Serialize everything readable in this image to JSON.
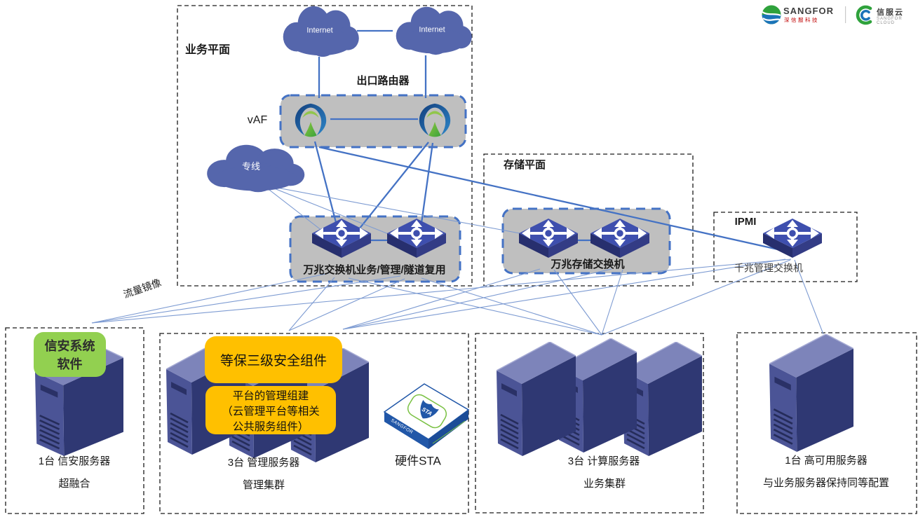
{
  "logo": {
    "brand": "SANGFOR",
    "brand_sub": "深信服科技",
    "cloud_name": "信服云",
    "cloud_sub": "SANGFOR  CLOUD"
  },
  "planes": {
    "business": "业务平面",
    "storage": "存储平面",
    "ipmi": "IPMI"
  },
  "clouds": {
    "internet_left": "Internet",
    "internet_right": "Internet",
    "dedicated_line": "专线"
  },
  "network": {
    "exit_router": "出口路由器",
    "vaf": "vAF",
    "business_switch": "万兆交换机业务/管理/隧道复用",
    "storage_switch": "万兆存储交换机",
    "mgmt_switch": "千兆管理交换机",
    "traffic_mirror": "流量镜像"
  },
  "groups": {
    "xinan": {
      "software_badge": "信安系统\n软件",
      "caption1": "1台 信安服务器",
      "caption2": "超融合"
    },
    "mgmt": {
      "security_badge": "等保三级安全组件",
      "platform_badge": "平台的管理组建\n（云管理平台等相关\n公共服务组件）",
      "caption1": "3台 管理服务器",
      "caption2": "管理集群"
    },
    "sta": {
      "caption": "硬件STA",
      "top_label": "STA",
      "side_label": "SANGFOR"
    },
    "compute": {
      "caption1": "3台 计算服务器",
      "caption2": "业务集群"
    },
    "ha": {
      "caption1": "1台 高可用服务器",
      "caption2": "与业务服务器保持同等配置"
    }
  },
  "colors": {
    "line": "#4472C4",
    "thin_line": "#7D9BD2",
    "cloud": "#5566AC",
    "panel_gray": "#BFBFBF",
    "badge_green": "#92D050",
    "badge_yellow": "#FFC000",
    "tower_front": "#4B5496",
    "tower_side": "#2F3873",
    "tower_top": "#7D84BA",
    "sta_blue": "#2157A8",
    "brand_red": "#C00000"
  }
}
